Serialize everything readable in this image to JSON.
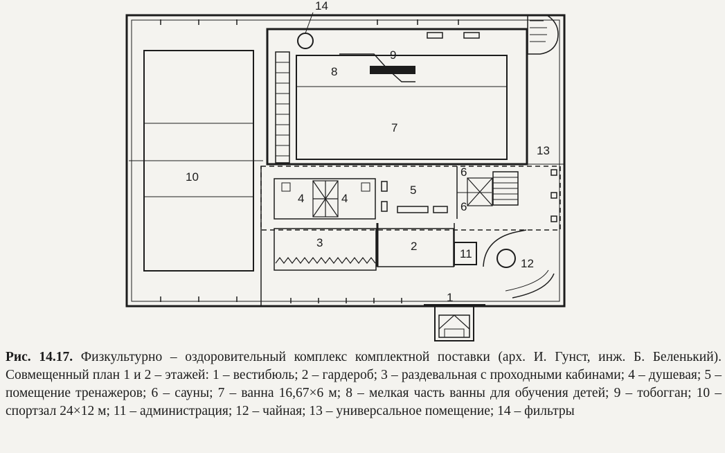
{
  "figure": {
    "rooms": {
      "r1": "1",
      "r2": "2",
      "r3": "3",
      "r4a": "4",
      "r4b": "4",
      "r5": "5",
      "r6a": "6",
      "r6b": "6",
      "r7": "7",
      "r8": "8",
      "r9": "9",
      "r10": "10",
      "r11": "11",
      "r12": "12",
      "r13": "13",
      "r14": "14"
    }
  },
  "caption": {
    "label": "Рис. 14.17.",
    "text": "Физкультурно – оздоровительный комплекс комплектной поставки (арх. И. Гунст, инж. Б. Беленький). Совмещенный план 1 и 2 – этажей: 1 – вестибюль; 2 – гардероб; 3 – раздевальная с проходными кабинами; 4 – душевая; 5 – помещение тренажеров; 6 – сауны; 7 – ванна 16,67×6 м; 8 – мелкая часть ванны для обучения детей; 9 – тобогган; 10 – спортзал 24×12 м; 11 – администрация; 12 – чайная; 13 – универсальное помещение; 14 – фильтры"
  }
}
